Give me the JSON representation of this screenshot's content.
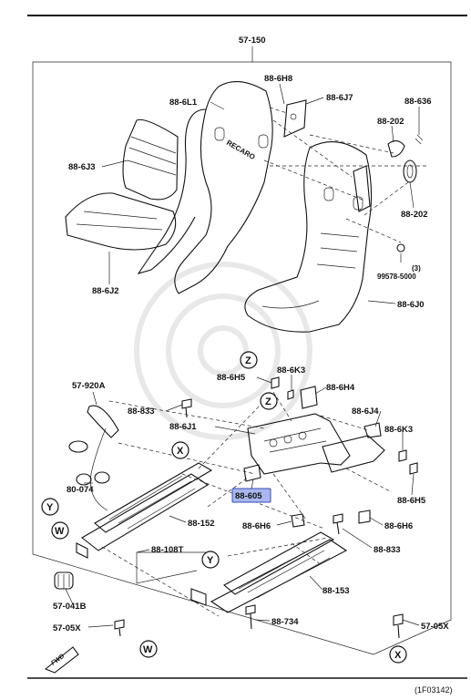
{
  "header_code": "57-150",
  "figure_code": "(1F03142)",
  "highlighted_part": "88-605",
  "front_indicator": "FWD",
  "part_labels": [
    "88-6H8",
    "88-6J7",
    "88-636",
    "88-6L1",
    "88-202",
    "88-6J3",
    "88-202",
    "(3)",
    "99578-5000",
    "88-6J2",
    "88-6J0",
    "88-6K3",
    "88-6H5",
    "88-6H4",
    "57-920A",
    "88-833",
    "88-6J4",
    "88-6J1",
    "88-6K3",
    "80-074",
    "88-605",
    "88-6H5",
    "88-152",
    "88-6H6",
    "88-6H6",
    "88-833",
    "88-108T",
    "88-153",
    "57-041B",
    "57-05X",
    "88-734",
    "57-05X"
  ],
  "callouts": [
    "Z",
    "Z",
    "X",
    "Y",
    "W",
    "Y",
    "W",
    "X"
  ],
  "colors": {
    "highlight": "#a9b7ee",
    "highlight_border": "#3a4cb5",
    "ink": "#111111"
  }
}
